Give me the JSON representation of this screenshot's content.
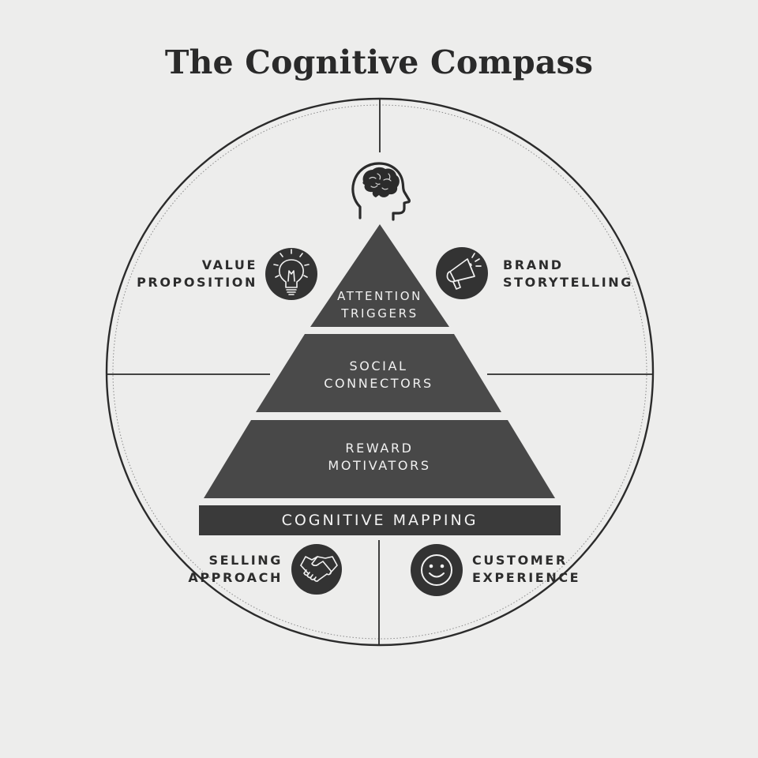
{
  "title": "The Cognitive Compass",
  "colors": {
    "background": "#ededec",
    "ink": "#2b2b2b",
    "pyramid_fill": "#474747",
    "base_fill": "#3a3a3a",
    "tier_text": "#f1f1f1"
  },
  "top_icon": {
    "icon": "head-with-brain-icon"
  },
  "pyramid": {
    "tiers": [
      {
        "lines": [
          "ATTENTION",
          "TRIGGERS"
        ]
      },
      {
        "lines": [
          "SOCIAL",
          "CONNECTORS"
        ]
      },
      {
        "lines": [
          "REWARD",
          "MOTIVATORS"
        ]
      }
    ],
    "base": "COGNITIVE MAPPING"
  },
  "quadrants": {
    "top_left": {
      "lines": [
        "VALUE",
        "PROPOSITION"
      ],
      "icon": "lightbulb-icon"
    },
    "top_right": {
      "lines": [
        "BRAND",
        "STORYTELLING"
      ],
      "icon": "megaphone-icon"
    },
    "bottom_left": {
      "lines": [
        "SELLING",
        "APPROACH"
      ],
      "icon": "handshake-icon"
    },
    "bottom_right": {
      "lines": [
        "CUSTOMER",
        "EXPERIENCE"
      ],
      "icon": "smiley-face-icon"
    }
  }
}
